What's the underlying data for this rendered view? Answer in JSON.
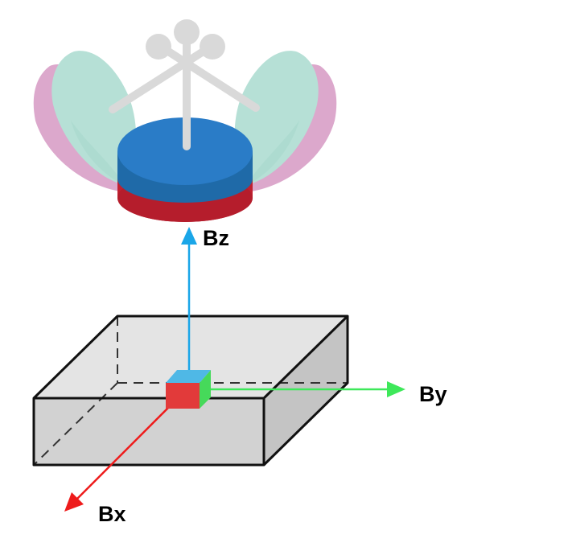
{
  "labels": {
    "bz": "Bz",
    "by": "By",
    "bx": "Bx"
  },
  "colors": {
    "bz_axis": "#1aa6e8",
    "by_axis": "#3ee85a",
    "bx_axis": "#ee1b1b",
    "magnet_top": "#2a7cc7",
    "magnet_side": "#1f6aa8",
    "magnet_bottom": "#c02030",
    "wing_green": "#b6e0d6",
    "wing_pink": "#dca8cc",
    "stick": "#d9d9d9",
    "slab_top": "#e4e4e4",
    "slab_front": "#d2d2d2",
    "slab_side": "#c4c4c4",
    "sensor_front": "#e23a3a",
    "sensor_top": "#4fb8e6",
    "sensor_side": "#46d95a"
  }
}
